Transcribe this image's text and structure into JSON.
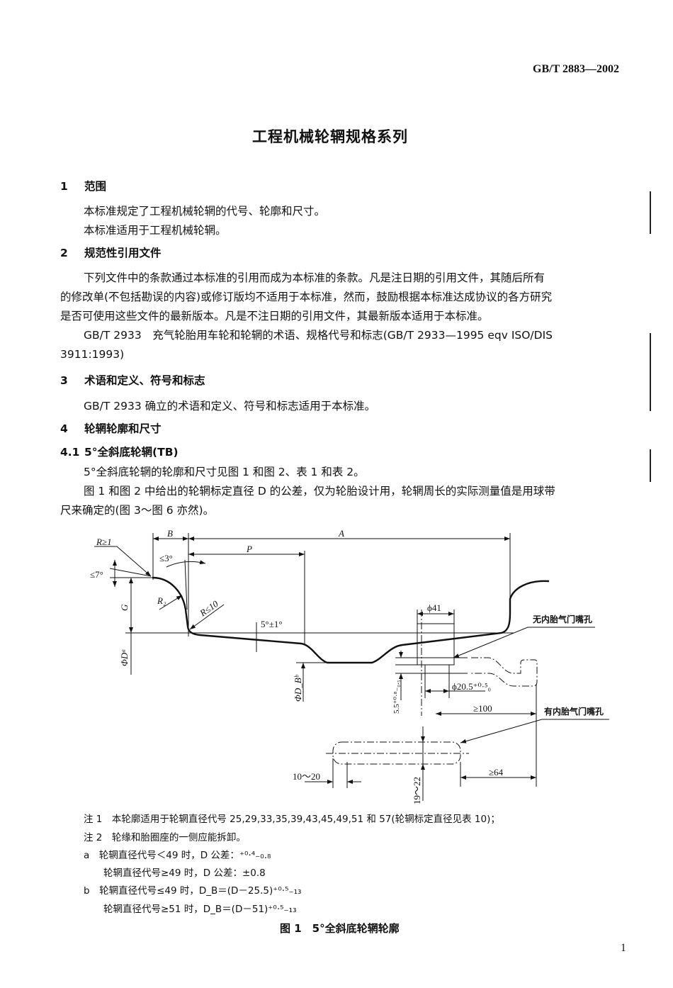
{
  "header": {
    "standard_no": "GB/T 2883—2002"
  },
  "title": "工程机械轮辋规格系列",
  "sections": {
    "s1": {
      "num": "1",
      "title": "范围",
      "lines": [
        "本标准规定了工程机械轮辋的代号、轮廓和尺寸。",
        "本标准适用于工程机械轮辋。"
      ]
    },
    "s2": {
      "num": "2",
      "title": "规范性引用文件",
      "lines": [
        "下列文件中的条款通过本标准的引用而成为本标准的条款。凡是注日期的引用文件，其随后所有",
        "的修改单(不包括勘误的内容)或修订版均不适用于本标准，然而，鼓励根据本标准达成协议的各方研究",
        "是否可使用这些文件的最新版本。凡是不注日期的引用文件，其最新版本适用于本标准。",
        "GB/T 2933　充气轮胎用车轮和轮辋的术语、规格代号和标志(GB/T 2933—1995 eqv ISO/DIS",
        "3911:1993)"
      ]
    },
    "s3": {
      "num": "3",
      "title": "术语和定义、符号和标志",
      "lines": [
        "GB/T 2933 确立的术语和定义、符号和标志适用于本标准。"
      ]
    },
    "s4": {
      "num": "4",
      "title": "轮辋轮廓和尺寸"
    },
    "s41": {
      "num": "4.1",
      "title": "5°全斜底轮辋(TB)",
      "lines": [
        "5°全斜底轮辋的轮廓和尺寸见图 1 和图 2、表 1 和表 2。",
        "图 1 和图 2 中给出的轮辋标定直径 D 的公差，仅为轮胎设计用，轮辋周长的实际测量值是用球带",
        "尺来确定的(图 3～图 6 亦然)。"
      ]
    }
  },
  "figure": {
    "labels": {
      "R1": "R≥1",
      "angle7": "≤7°",
      "B": "B",
      "A": "A",
      "angle3": "≤3°",
      "P": "P",
      "G": "G",
      "R2": "R₂",
      "R10": "R≤10",
      "slope": "5°±1°",
      "D": "ΦDᵃ",
      "DB": "ΦD_Bᵇ",
      "phi41": "ϕ41",
      "phi20": "ϕ20.5⁺⁰·⁵₀",
      "h55": "5.5⁺⁰·⁸₋₀.₅",
      "ge100": "≥100",
      "tubeless": "无内胎气门嘴孔",
      "tube": "有内胎气门嘴孔",
      "w1020": "10～20",
      "ge64": "≥64",
      "h1922": "19～22"
    },
    "notes": [
      "注 1　本轮廓适用于轮辋直径代号 25,29,33,35,39,43,45,49,51 和 57(轮辋标定直径见表 10)；",
      "注 2　轮缘和胎圈座的一侧应能拆卸。",
      "a　轮辋直径代号＜49 时，D 公差：⁺⁰·⁴₋₀.₈",
      "轮辋直径代号≥49 时，D 公差：±0.8",
      "b　轮辋直径代号≤49 时，D_B＝(D－25.5)⁺⁰·⁵₋₁₃",
      "轮辋直径代号≥51 时，D_B＝(D－51)⁺⁰·⁵₋₁₃"
    ],
    "caption": "图 1　5°全斜底轮辋轮廓"
  },
  "page_number": "1"
}
